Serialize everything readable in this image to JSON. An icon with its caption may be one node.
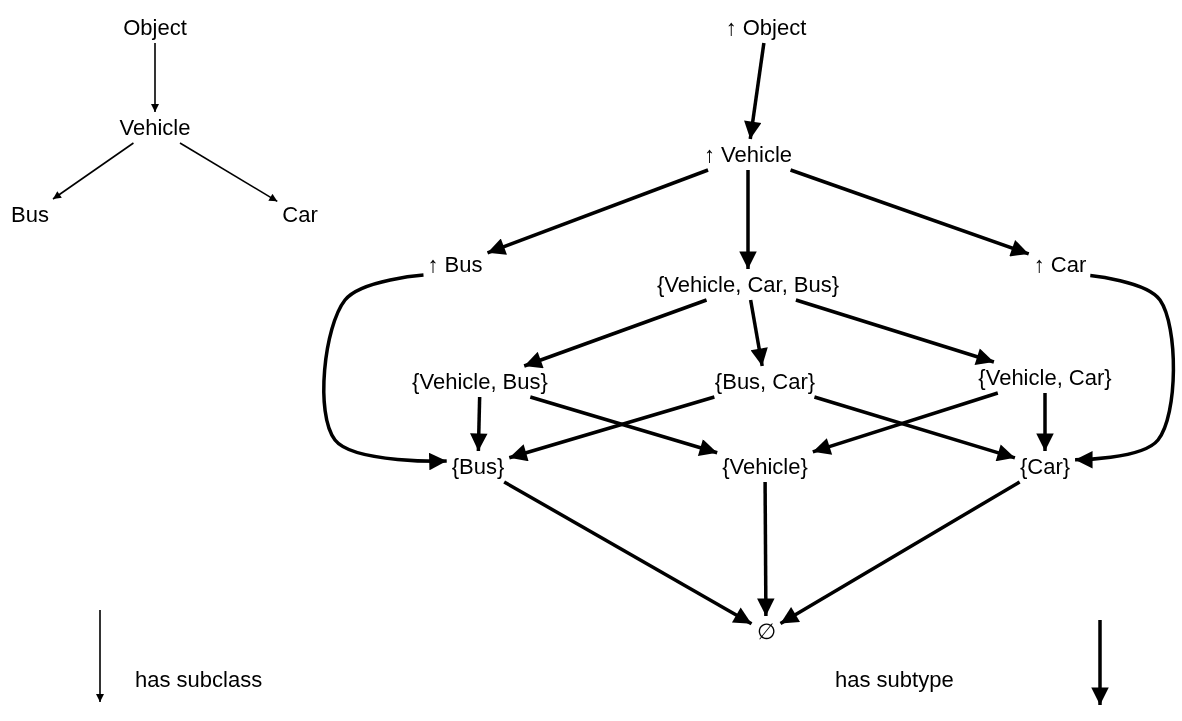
{
  "diagram": {
    "nodes": [
      {
        "text": [
          "Object"
        ]
      },
      {
        "text": [
          "Vehicle"
        ]
      },
      {
        "text": [
          "Bus"
        ]
      },
      {
        "text": [
          "Car"
        ]
      },
      {
        "text": [
          "↑ Object"
        ]
      },
      {
        "text": [
          "↑ Vehicle"
        ]
      },
      {
        "text": [
          "↑ Bus"
        ]
      },
      {
        "text": [
          "{Vehicle, Car, Bus}"
        ]
      },
      {
        "text": [
          "↑ Car"
        ]
      },
      {
        "text": [
          "{Vehicle, Bus}"
        ]
      },
      {
        "text": [
          "{Bus, Car}"
        ]
      },
      {
        "text": [
          "{Vehicle, Car}"
        ]
      },
      {
        "text": [
          "{Bus}"
        ]
      },
      {
        "text": [
          "{Vehicle}"
        ]
      },
      {
        "text": [
          "{Car}"
        ]
      },
      {
        "text": [
          "∅"
        ]
      }
    ],
    "edges": [
      {
        "from": 0,
        "to": 1,
        "arrow": "to"
      },
      {
        "from": 1,
        "to": 2,
        "arrow": "to"
      },
      {
        "from": 1,
        "to": 3,
        "arrow": "to"
      },
      {
        "from": 4,
        "to": 5,
        "arrow": "to"
      },
      {
        "from": 5,
        "to": 6,
        "arrow": "to"
      },
      {
        "from": 5,
        "to": 7,
        "arrow": "to"
      },
      {
        "from": 5,
        "to": 8,
        "arrow": "to"
      },
      {
        "from": 6,
        "to": 12,
        "arrow": "to"
      },
      {
        "from": 8,
        "to": 14,
        "arrow": "to"
      },
      {
        "from": 7,
        "to": 9,
        "arrow": "to"
      },
      {
        "from": 7,
        "to": 10,
        "arrow": "to"
      },
      {
        "from": 7,
        "to": 11,
        "arrow": "to"
      },
      {
        "from": 9,
        "to": 12,
        "arrow": "to"
      },
      {
        "from": 9,
        "to": 13,
        "arrow": "to"
      },
      {
        "from": 10,
        "to": 12,
        "arrow": "to"
      },
      {
        "from": 10,
        "to": 14,
        "arrow": "to"
      },
      {
        "from": 11,
        "to": 13,
        "arrow": "to"
      },
      {
        "from": 11,
        "to": 14,
        "arrow": "to"
      },
      {
        "from": 12,
        "to": 15,
        "arrow": "to"
      },
      {
        "from": 13,
        "to": 15,
        "arrow": "to"
      },
      {
        "from": 14,
        "to": 15,
        "arrow": "to"
      }
    ],
    "legend": [
      {
        "text": "has subclass"
      },
      {
        "text": "has subtype"
      }
    ]
  }
}
